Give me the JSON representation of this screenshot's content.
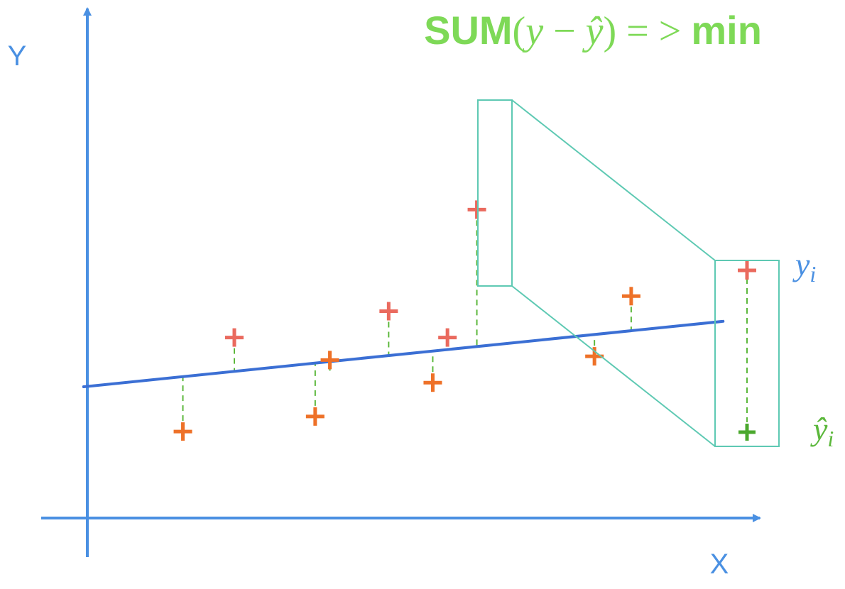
{
  "title": {
    "sum": "SUM",
    "open_paren": "(",
    "y": "y",
    "minus": " − ",
    "y_hat": "ŷ",
    "close_paren": ")",
    "arrow": " = > ",
    "min": "min"
  },
  "axes": {
    "x_label": "X",
    "y_label": "Y"
  },
  "zoom_labels": {
    "actual": "y",
    "actual_sub": "i",
    "predicted": "ŷ",
    "predicted_sub": "i"
  },
  "colors": {
    "axis": "#4a90e2",
    "regression_line": "#3b6fd4",
    "formula": "#7ed957",
    "point_orange": "#ee7128",
    "point_red": "#ea6a5e",
    "residual": "#5cb83c",
    "zoom_box": "#5ec9b3",
    "predicted_point": "#4ba82e"
  },
  "diagram_data": {
    "regression_line": {
      "intercept": 3.5,
      "slope": 0.2
    },
    "points": [
      {
        "x": 1.3,
        "y": 2.3,
        "color": "orange"
      },
      {
        "x": 2.0,
        "y": 4.8,
        "color": "red"
      },
      {
        "x": 3.1,
        "y": 2.7,
        "color": "orange"
      },
      {
        "x": 3.3,
        "y": 4.2,
        "color": "orange"
      },
      {
        "x": 4.1,
        "y": 5.5,
        "color": "red"
      },
      {
        "x": 4.7,
        "y": 3.6,
        "color": "orange"
      },
      {
        "x": 4.9,
        "y": 4.8,
        "color": "red"
      },
      {
        "x": 5.3,
        "y": 8.2,
        "color": "red",
        "highlighted": true
      },
      {
        "x": 6.9,
        "y": 4.3,
        "color": "orange"
      },
      {
        "x": 7.4,
        "y": 5.9,
        "color": "orange"
      }
    ]
  }
}
